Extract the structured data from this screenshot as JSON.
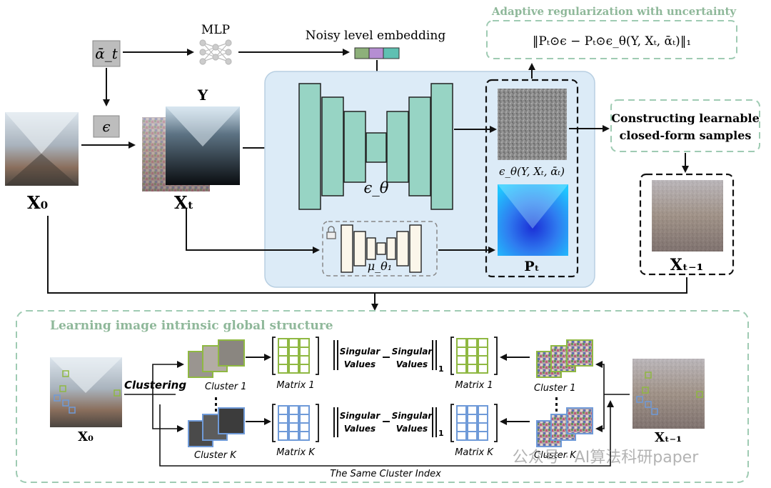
{
  "top": {
    "alpha_label": "ᾱ_t",
    "epsilon_label": "ϵ",
    "mlp_label": "MLP",
    "noisy_embed_label": "Noisy level embedding",
    "x0_label": "X₀",
    "xt_label": "Xₜ",
    "y_label": "Y",
    "unet_label": "ϵ_θ",
    "mu_label": "μ_θ₁",
    "eps_pred_label": "ϵ_θ(Y, Xₜ, ᾱₜ)",
    "pt_label": "Pₜ",
    "adaptive_title": "Adaptive regularization with uncertainty",
    "adaptive_formula": "‖Pₜ⊙ϵ − Pₜ⊙ϵ_θ(Y, Xₜ, ᾱₜ)‖₁",
    "construct_line1": "Constructing learnable",
    "construct_line2": "closed-form samples",
    "xt1_label": "Xₜ₋₁"
  },
  "bottom": {
    "section_title": "Learning image intrinsic global structure",
    "clustering_label": "Clustering",
    "cluster1_label": "Cluster 1",
    "clusterK_label": "Cluster K",
    "matrix1_label": "Matrix 1",
    "matrixK_label": "Matrix K",
    "singular_label": "Singular",
    "values_label": "Values",
    "norm_sub": "1",
    "x0_label": "X₀",
    "xt1_label": "Xₜ₋₁",
    "same_index_label": "The Same Cluster Index"
  },
  "watermark": "公众号 · AI算法科研paper",
  "colors": {
    "teal": "#97d4c4",
    "green_box": "#8fb842",
    "blue_box": "#6f9ad8",
    "panel_bg": "#dcebf7",
    "dashed_green": "#9fcbb3"
  }
}
